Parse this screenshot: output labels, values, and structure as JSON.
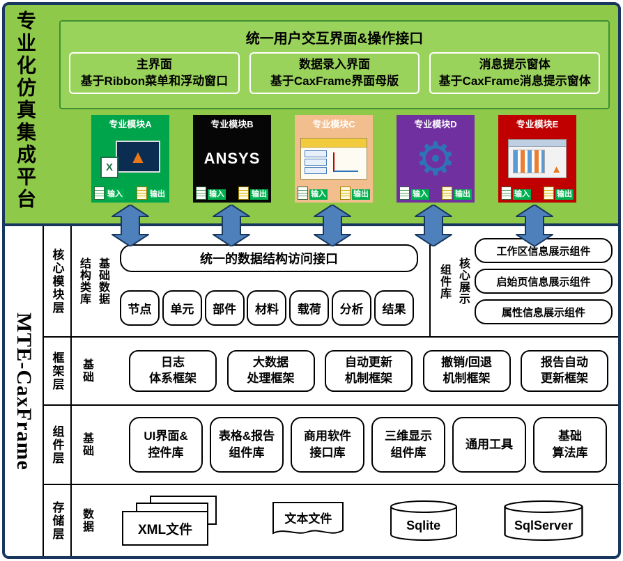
{
  "platform": {
    "title": "专业化仿真集成平台"
  },
  "framework_brand": {
    "title": "MTE-CaxFrame"
  },
  "ui_section": {
    "title": "统一用户交互界面&操作接口",
    "panels": [
      {
        "line1": "主界面",
        "line2": "基于Ribbon菜单和浮动窗口"
      },
      {
        "line1": "数据录入界面",
        "line2": "基于CaxFrame界面母版"
      },
      {
        "line1": "消息提示窗体",
        "line2": "基于CaxFrame消息提示窗体"
      }
    ]
  },
  "modules": {
    "input_label": "输入",
    "output_label": "输出",
    "items": [
      {
        "label": "专业模块A",
        "bg": "#00A44A",
        "logo": "matlab-excel-icons",
        "matlab_glyph": "▲",
        "excel_glyph": "X"
      },
      {
        "label": "专业模块B",
        "bg": "#060606",
        "logo": "ansys-logo",
        "logo_text": "ANSYS"
      },
      {
        "label": "专业模块C",
        "bg": "#F2BE8D",
        "logo": "workbench-window"
      },
      {
        "label": "专业模块D",
        "bg": "#7030A0",
        "logo": "gear",
        "gear_glyph": "⚙"
      },
      {
        "label": "专业模块E",
        "bg": "#C00000",
        "logo": "app-window",
        "app_glyph": "▲"
      }
    ]
  },
  "core_layer": {
    "label": "核心模块层",
    "left_group": {
      "col_label_1": "结构类库",
      "col_label_2": "基础数据",
      "interface_box": "统一的数据结构访问接口",
      "items": [
        "节点",
        "单元",
        "部件",
        "材料",
        "载荷",
        "分析",
        "结果"
      ]
    },
    "right_group": {
      "col_label_1": "组件库",
      "col_label_2": "核心展示",
      "items": [
        "工作区信息展示组件",
        "启始页信息展示组件",
        "属性信息展示组件"
      ]
    }
  },
  "framework_layer": {
    "label": "框架层",
    "sub_label": "基础",
    "items": [
      {
        "line1": "日志",
        "line2": "体系框架"
      },
      {
        "line1": "大数据",
        "line2": "处理框架"
      },
      {
        "line1": "自动更新",
        "line2": "机制框架"
      },
      {
        "line1": "撤销/回退",
        "line2": "机制框架"
      },
      {
        "line1": "报告自动",
        "line2": "更新框架"
      }
    ]
  },
  "component_layer": {
    "label": "组件层",
    "sub_label": "基础",
    "items": [
      {
        "line1": "UI界面&",
        "line2": "控件库"
      },
      {
        "line1": "表格&报告",
        "line2": "组件库"
      },
      {
        "line1": "商用软件",
        "line2": "接口库"
      },
      {
        "line1": "三维显示",
        "line2": "组件库"
      },
      {
        "line1": "通用工具",
        "line2": ""
      },
      {
        "line1": "基础",
        "line2": "算法库"
      }
    ]
  },
  "storage_layer": {
    "label": "存储层",
    "sub_label": "数据",
    "items": [
      {
        "label": "XML文件",
        "shape": "document-stack"
      },
      {
        "label": "文本文件",
        "shape": "document"
      },
      {
        "label": "Sqlite",
        "shape": "database-cylinder"
      },
      {
        "label": "SqlServer",
        "shape": "database-cylinder"
      }
    ]
  },
  "colors": {
    "frame_border": "#17375E",
    "top_background": "#8FC949",
    "ui_box_fill": "#9AD35C",
    "ui_box_border": "#3D9130",
    "arrow_fill": "#4E80BC",
    "arrow_border": "#17375E",
    "io_label_bg": "#00B050"
  }
}
